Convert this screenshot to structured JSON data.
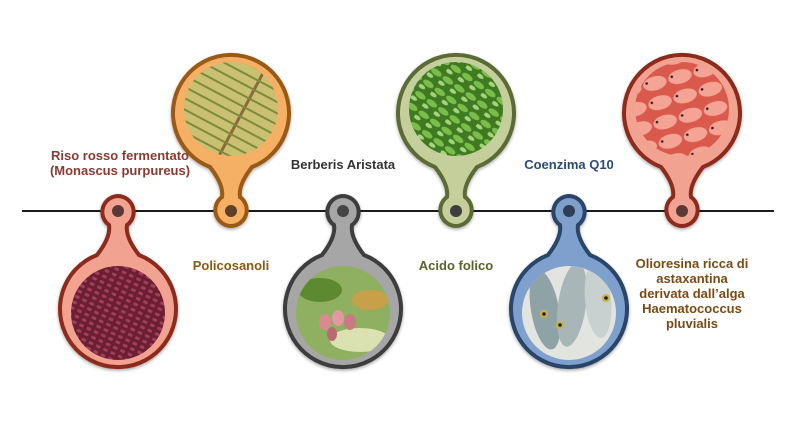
{
  "timeline": {
    "line_color": "#1a1a1a",
    "items": [
      {
        "label": "Riso rosso fermentato",
        "label2": "(Monascus purpureus)",
        "label_color": "#8b3a2f",
        "direction": "down",
        "fill": "#f2a290",
        "stroke": "#8c2a1c",
        "image": "red-yeast-rice-photo",
        "image_colors": [
          "#7a2a3c",
          "#9c3a55",
          "#5e1e2e"
        ]
      },
      {
        "label": "Policosanoli",
        "label_color": "#8a5a14",
        "direction": "up",
        "fill": "#f5b066",
        "stroke": "#9a5a12",
        "image": "sugar-cane-photo",
        "image_colors": [
          "#b9b460",
          "#7e8f3a",
          "#c7865a"
        ]
      },
      {
        "label": "Berberis Aristata",
        "label_color": "#333333",
        "direction": "down",
        "fill": "#a6a6a6",
        "stroke": "#3c3c3c",
        "image": "berberis-berries-photo",
        "image_colors": [
          "#6f9a3a",
          "#d88a8a",
          "#b9c97a"
        ]
      },
      {
        "label": "Acido folico",
        "label_color": "#56652a",
        "direction": "up",
        "fill": "#c4cf9c",
        "stroke": "#5b6a34",
        "image": "leafy-greens-photo",
        "image_colors": [
          "#5f9e36",
          "#8cc45a",
          "#3f7a22"
        ]
      },
      {
        "label": "Coenzima Q10",
        "label_color": "#2c4a78",
        "direction": "down",
        "fill": "#7fa0cc",
        "stroke": "#2b446b",
        "image": "fish-photo",
        "image_colors": [
          "#b8c2c4",
          "#7f9aa0",
          "#e4e6e2"
        ]
      },
      {
        "label": "Olioresina ricca di",
        "label2": "astaxantina",
        "label3": "derivata dall’alga",
        "label4": "Haematococcus",
        "label5": "pluvialis",
        "label_color": "#7a4a14",
        "direction": "up",
        "fill": "#f2a290",
        "stroke": "#8c2a1c",
        "image": "shrimp-photo",
        "image_colors": [
          "#f08a7a",
          "#e36a5a",
          "#f7c2b4"
        ]
      }
    ]
  }
}
